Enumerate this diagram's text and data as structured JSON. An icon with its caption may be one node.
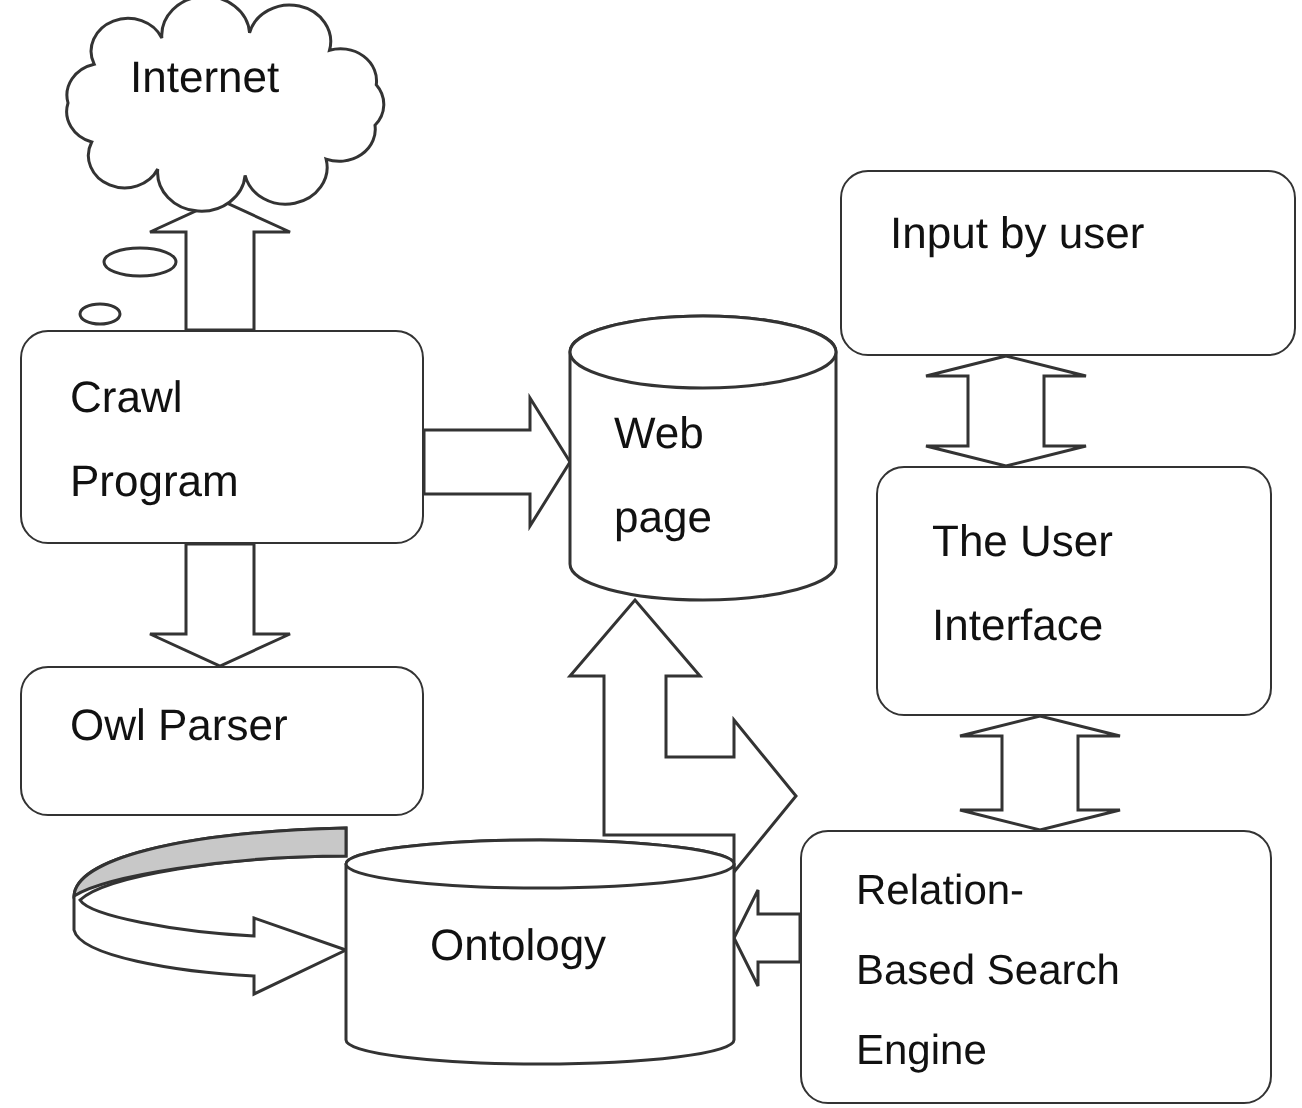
{
  "diagram": {
    "nodes": [
      {
        "text": [
          "Internet"
        ]
      },
      {
        "text": [
          "Input by user"
        ]
      },
      {
        "text": [
          "Crawl Program"
        ]
      },
      {
        "text": [
          "Web page"
        ]
      },
      {
        "text": [
          "The User Interface"
        ]
      },
      {
        "text": [
          "Owl Parser"
        ]
      },
      {
        "text": [
          "Ontology"
        ]
      },
      {
        "text": [
          "Relation-Based Search Engine"
        ]
      }
    ],
    "edges": [
      {
        "from": 2,
        "to": 0,
        "arrow": "to"
      },
      {
        "from": 2,
        "to": 3,
        "arrow": "to"
      },
      {
        "from": 2,
        "to": 5,
        "arrow": "to"
      },
      {
        "from": 1,
        "to": 4,
        "arrow": "both"
      },
      {
        "from": 4,
        "to": 7,
        "arrow": "both"
      },
      {
        "from": 7,
        "to": 6,
        "arrow": "to"
      },
      {
        "from": 3,
        "to": 7,
        "arrow": "both"
      },
      {
        "from": 6,
        "to": 6,
        "arrow": "to"
      }
    ]
  }
}
